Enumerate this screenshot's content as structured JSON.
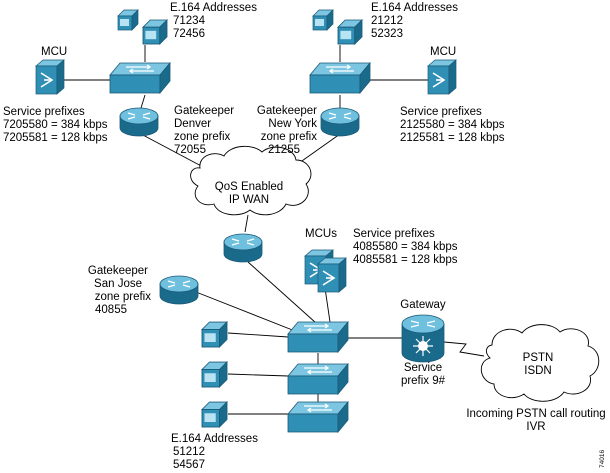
{
  "labels": {
    "e164_denver": {
      "title": "E.164 Addresses",
      "l1": "71234",
      "l2": "72456"
    },
    "e164_newyork": {
      "title": "E.164 Addresses",
      "l1": "21212",
      "l2": "52323"
    },
    "e164_sanjose": {
      "title": "E.164 Addresses",
      "l1": "51212",
      "l2": "54567"
    },
    "mcu_denver": "MCU",
    "mcu_newyork": "MCU",
    "mcus_sanjose": "MCUs",
    "svc_denver": {
      "title": "Service prefixes",
      "l1": "7205580 = 384 kbps",
      "l2": "7205581 = 128 kbps"
    },
    "svc_newyork": {
      "title": "Service prefixes",
      "l1": "2125580 = 384 kbps",
      "l2": "2125581 = 128 kbps"
    },
    "svc_sanjose": {
      "title": "Service prefixes",
      "l1": "4085580 = 384 kbps",
      "l2": "4085581 = 128 kbps"
    },
    "gk_denver": {
      "l1": "Gatekeeper",
      "l2": "Denver",
      "l3": "zone prefix",
      "l4": "72055"
    },
    "gk_newyork": {
      "l1": "Gatekeeper",
      "l2": "New York",
      "l3": "zone prefix",
      "l4": "21255"
    },
    "gk_sanjose": {
      "l1": "Gatekeeper",
      "l2": "San Jose",
      "l3": "zone prefix",
      "l4": "40855"
    },
    "wan": {
      "l1": "QoS Enabled",
      "l2": "IP WAN"
    },
    "gateway": {
      "title": "Gateway",
      "l1": "Service",
      "l2": "prefix 9#"
    },
    "pstn": {
      "l1": "PSTN",
      "l2": "ISDN"
    },
    "incoming": {
      "l1": "Incoming PSTN call routing",
      "l2": "IVR"
    },
    "figure_id": "74016"
  },
  "colors": {
    "device_blue": "#2f8fb4",
    "device_light": "#7cc6e2",
    "device_dark": "#1a6a8c",
    "line": "#000000"
  }
}
